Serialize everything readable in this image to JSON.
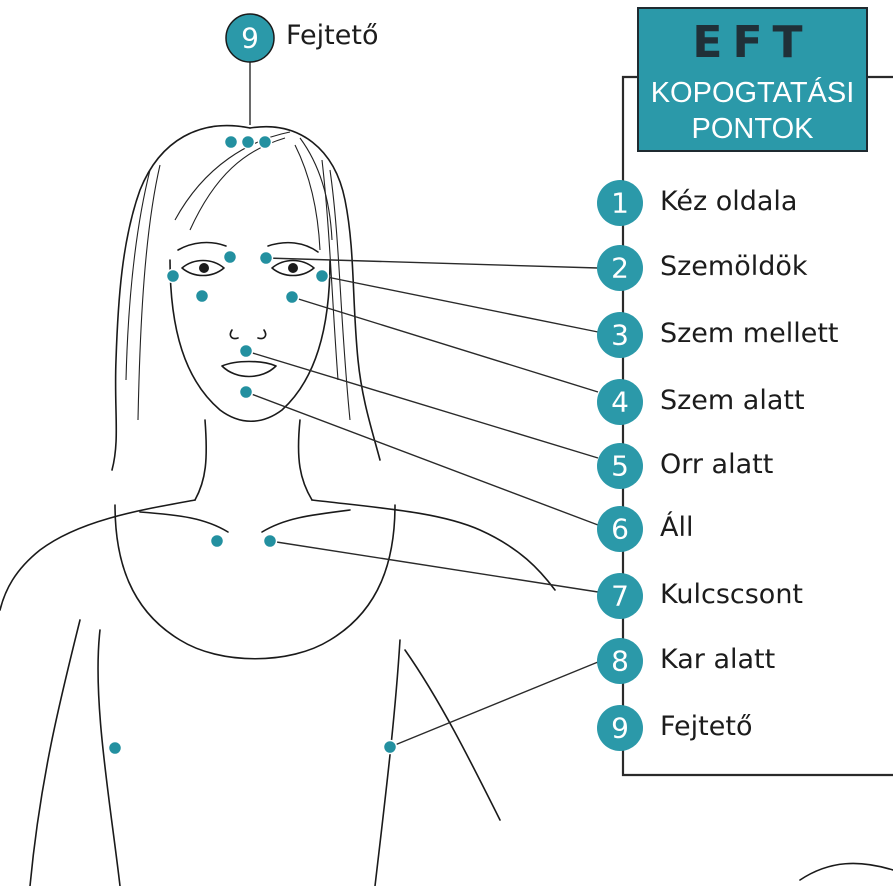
{
  "title": {
    "main": "EFT",
    "sub_line1": "KOPOGTATÁSI",
    "sub_line2": "PONTOK"
  },
  "top_label": {
    "number": "9",
    "text": "Fejtető"
  },
  "points": [
    {
      "number": "1",
      "label": "Kéz oldala"
    },
    {
      "number": "2",
      "label": "Szemöldök"
    },
    {
      "number": "3",
      "label": "Szem mellett"
    },
    {
      "number": "4",
      "label": "Szem alatt"
    },
    {
      "number": "5",
      "label": "Orr alatt"
    },
    {
      "number": "6",
      "label": "Áll"
    },
    {
      "number": "7",
      "label": "Kulcscsont"
    },
    {
      "number": "8",
      "label": "Kar alatt"
    },
    {
      "number": "9",
      "label": "Fejtető"
    }
  ],
  "colors": {
    "accent": "#2b99a9",
    "ink": "#1c1c1c",
    "dot": "#2390a0"
  }
}
